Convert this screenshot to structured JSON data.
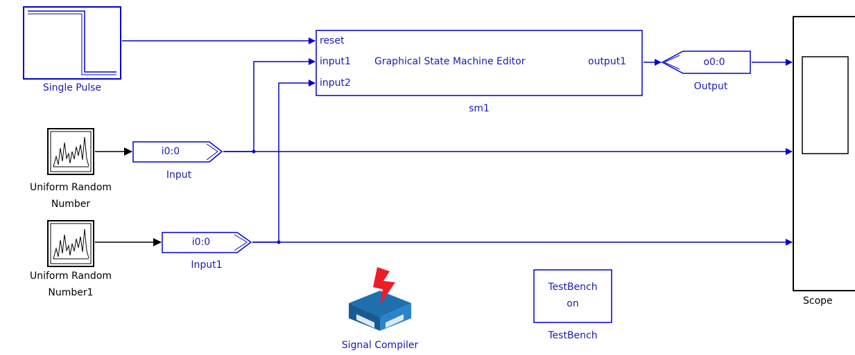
{
  "colors": {
    "wire": "#0000cc",
    "block": "#0000cc",
    "text": "#1a1ab4",
    "black_wire": "#000000",
    "logo_blue": "#1f6fae",
    "logo_red": "#ee1c25"
  },
  "blocks": {
    "single_pulse": {
      "label": "Single Pulse"
    },
    "state_machine": {
      "title": "Graphical State Machine Editor",
      "name": "sm1",
      "ports_in": [
        "reset",
        "input1",
        "input2"
      ],
      "port_out": "output1"
    },
    "output": {
      "value": "o0:0",
      "label": "Output"
    },
    "input": {
      "value": "i0:0",
      "label": "Input"
    },
    "input1": {
      "value": "i0:0",
      "label": "Input1"
    },
    "random1": {
      "label_line1": "Uniform Random",
      "label_line2": "Number"
    },
    "random2": {
      "label_line1": "Uniform Random",
      "label_line2": "Number1"
    },
    "signal_compiler": {
      "label": "Signal Compiler",
      "icon": "signal-compiler-icon"
    },
    "testbench": {
      "line1": "TestBench",
      "line2": "on",
      "label": "TestBench"
    },
    "scope": {
      "label": "Scope"
    }
  }
}
